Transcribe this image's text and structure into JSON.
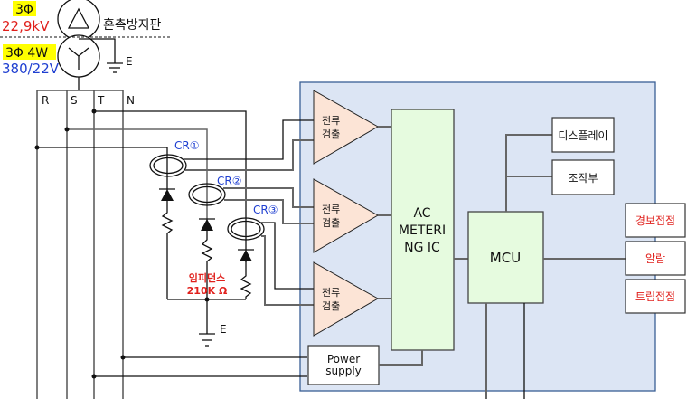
{
  "colors": {
    "panel_bg": "#dce5f4",
    "panel_border": "#3a5f94",
    "amp_fill": "#fce4d6",
    "chip_fill": "#e6fbdf",
    "highlight": "#ffff00",
    "red_text": "#e0201c",
    "blue_text": "#1f3fd1"
  },
  "transformer": {
    "primary_phase": "3Φ",
    "primary_voltage": "22,9kV",
    "secondary_phase": "3Φ 4W",
    "secondary_voltage": "380/22V",
    "shield_label": "혼촉방지판",
    "ground_label": "E"
  },
  "bus_lines": [
    "R",
    "S",
    "T",
    "N"
  ],
  "ct_labels": [
    "CR①",
    "CR②",
    "CR③"
  ],
  "impedance": {
    "label": "임피던스",
    "value": "210K Ω"
  },
  "ground_label": "E",
  "amplifiers": [
    {
      "line1": "전류",
      "line2": "검출"
    },
    {
      "line1": "전류",
      "line2": "검출"
    },
    {
      "line1": "전류",
      "line2": "검출"
    }
  ],
  "metering_ic": {
    "line1": "AC",
    "line2": "METERI",
    "line3": "NG IC"
  },
  "mcu": {
    "label": "MCU"
  },
  "power_supply": {
    "line1": "Power",
    "line2": "supply"
  },
  "peripherals": {
    "display": "디스플레이",
    "control": "조작부"
  },
  "outputs": [
    "경보접점",
    "알람",
    "트립접점"
  ]
}
